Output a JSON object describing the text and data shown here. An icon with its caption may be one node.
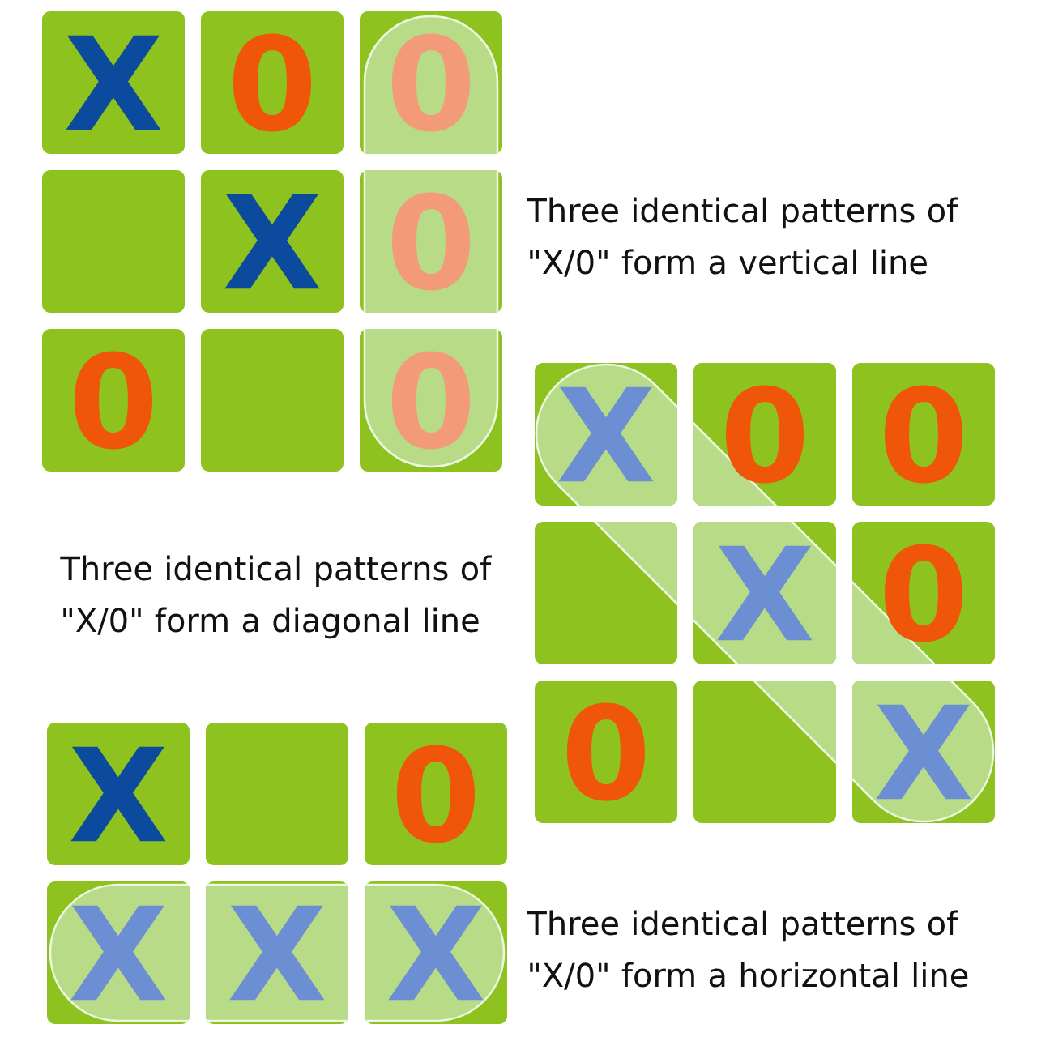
{
  "diagram": {
    "nodes": [
      {
        "text": [
          "X"
        ]
      },
      {
        "text": [
          "0"
        ]
      },
      {
        "text": [
          "0"
        ]
      },
      {
        "text": [],
        "shape": "box"
      },
      {
        "text": [
          "X"
        ]
      },
      {
        "text": [
          "0"
        ]
      },
      {
        "text": [
          "0"
        ]
      },
      {
        "text": [],
        "shape": "box"
      },
      {
        "text": [
          "0"
        ]
      },
      {
        "text": [
          "X"
        ]
      },
      {
        "text": [
          "0"
        ]
      },
      {
        "text": [
          "0"
        ]
      },
      {
        "text": [],
        "shape": "box"
      },
      {
        "text": [
          "X"
        ]
      },
      {
        "text": [
          "0"
        ]
      },
      {
        "text": [
          "0"
        ]
      },
      {
        "text": [],
        "shape": "box"
      },
      {
        "text": [
          "X"
        ]
      },
      {
        "text": [
          "X"
        ]
      },
      {
        "text": [],
        "shape": "box"
      },
      {
        "text": [
          "0"
        ]
      },
      {
        "text": [
          "X"
        ]
      },
      {
        "text": [
          "X"
        ]
      },
      {
        "text": [
          "X"
        ]
      }
    ],
    "labels": [
      "Three identical patterns of \"X/0\" form a vertical line",
      "Three identical patterns of \"X/0\" form a diagonal line",
      "Three identical patterns of \"X/0\" form a horizontal line"
    ]
  }
}
